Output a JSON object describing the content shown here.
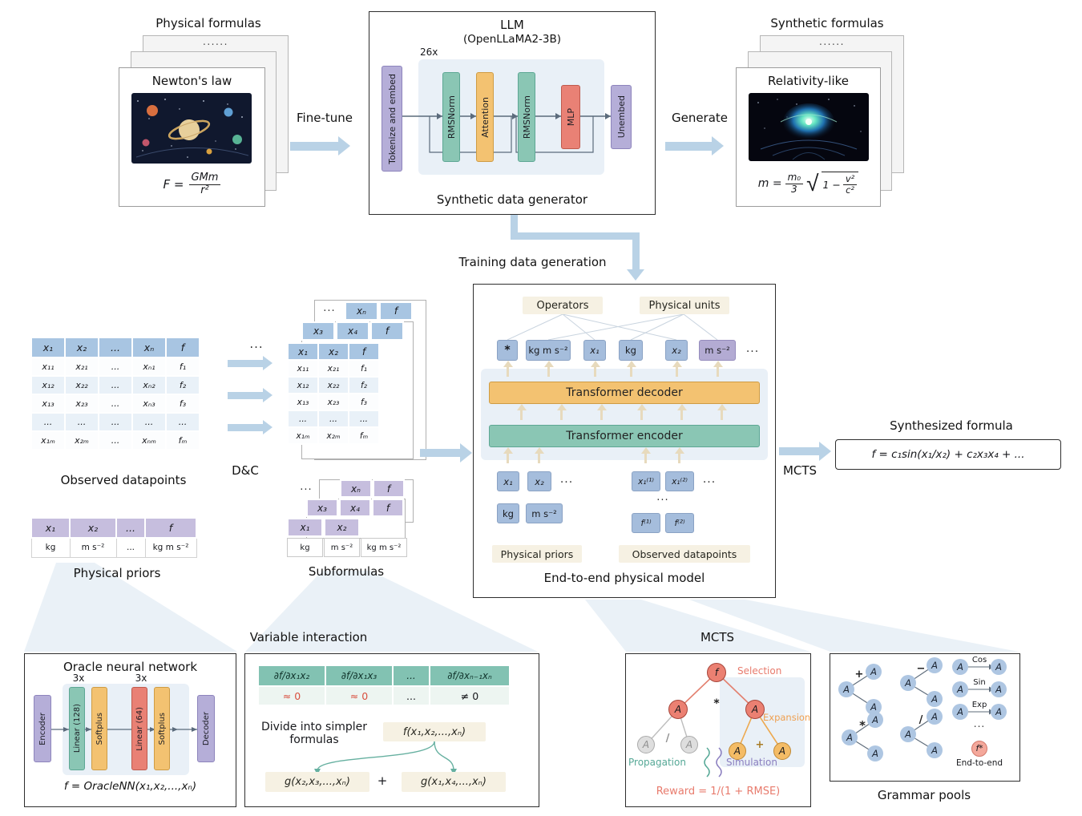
{
  "palette": {
    "purple": "#b5aed8",
    "purpleBorder": "#8d84bc",
    "teal": "#8ac6b4",
    "tealBorder": "#5da794",
    "tealHead": "#82c2b2",
    "orange": "#f3c271",
    "orangeBorder": "#cf9c44",
    "red": "#e98175",
    "redBorder": "#bf5a4d",
    "blueHead": "#a8c5e2",
    "blueRow": "#e9f1f8",
    "purpleHead": "#c6bede",
    "tokenBlue": "#a5bddc",
    "tokenPurple": "#b3abd3",
    "blueNode": "#aec6e2",
    "beige": "#f6f1e3",
    "panel": "#e9f0f7",
    "arrow": "#b9d2e6",
    "uparrow": "#e7dabd",
    "wedge": "#d9e5f1",
    "line": "#5b6b7c",
    "selRed": "#e87b6d",
    "expOrange": "#ef9f4f",
    "propTeal": "#55a896",
    "simPurple": "#8b7fc0"
  },
  "dots": "...",
  "dots6": "......",
  "top": {
    "physical_label": "Physical formulas",
    "newton_title": "Newton's law",
    "newton_lhs": "F =",
    "newton_num": "GMm",
    "newton_den": "r²",
    "fine_tune": "Fine-tune",
    "llm_title": "LLM",
    "llm_subtitle": "(OpenLLaMA2-3B)",
    "repeat": "26x",
    "tokenize": "Tokenize and embed",
    "rmsnorm": "RMSNorm",
    "attention": "Attention",
    "mlp": "MLP",
    "unembed": "Unembed",
    "generator_caption": "Synthetic data generator",
    "generate": "Generate",
    "synthetic_label": "Synthetic formulas",
    "rel_title": "Relativity-like",
    "rel_lhs": "m =",
    "rel_num": "m₀",
    "rel_den": "3",
    "rel_sqrt": "√",
    "rel_inner_pre": "1 −",
    "rel_inner_num": "v²",
    "rel_inner_den": "c²",
    "training_label": "Training data generation"
  },
  "observed": {
    "caption": "Observed datapoints",
    "headers": [
      "x₁",
      "x₂",
      "...",
      "xₙ",
      "f"
    ],
    "rows": [
      [
        "x₁₁",
        "x₂₁",
        "...",
        "xₙ₁",
        "f₁"
      ],
      [
        "x₁₂",
        "x₂₂",
        "...",
        "xₙ₂",
        "f₂"
      ],
      [
        "x₁₃",
        "x₂₃",
        "...",
        "xₙ₃",
        "f₃"
      ],
      [
        "...",
        "...",
        "...",
        "...",
        "..."
      ],
      [
        "x₁ₘ",
        "x₂ₘ",
        "...",
        "xₙₘ",
        "fₘ"
      ]
    ]
  },
  "priors": {
    "caption": "Physical priors",
    "headers": [
      "x₁",
      "x₂",
      "...",
      "f"
    ],
    "rows": [
      [
        "kg",
        "m s⁻²",
        "...",
        "kg m s⁻²"
      ]
    ]
  },
  "dc_label": "D&C",
  "sub": {
    "caption": "Subformulas",
    "s1_back1": [
      "xₙ",
      "f"
    ],
    "s1_back2": [
      "x₃",
      "x₄",
      "f"
    ],
    "s1_head": [
      "x₁",
      "x₂",
      "f"
    ],
    "s1_rows": [
      [
        "x₁₁",
        "x₂₁",
        "f₁"
      ],
      [
        "x₁₂",
        "x₂₂",
        "f₂"
      ],
      [
        "x₁₃",
        "x₂₃",
        "f₃"
      ],
      [
        "...",
        "...",
        "..."
      ],
      [
        "x₁ₘ",
        "x₂ₘ",
        "fₘ"
      ]
    ],
    "s2_back1": [
      "xₙ",
      "f"
    ],
    "s2_back2": [
      "x₃",
      "x₄",
      "f"
    ],
    "s2_head": [
      "x₁",
      "x₂"
    ],
    "s2_row": [
      "kg",
      "m s⁻²",
      "kg m s⁻²"
    ]
  },
  "model": {
    "caption": "End-to-end physical model",
    "operators": "Operators",
    "units": "Physical units",
    "out": [
      "*",
      "kg m s⁻²",
      "x₁",
      "kg",
      "x₂",
      "m s⁻²"
    ],
    "decoder": "Transformer decoder",
    "encoder": "Transformer encoder",
    "in_prior": [
      "x₁",
      "x₂"
    ],
    "in_prior2": [
      "kg",
      "m s⁻²"
    ],
    "in_obs": [
      "x₁⁽¹⁾",
      "x₁⁽²⁾"
    ],
    "in_obs2": [
      "f⁽¹⁾",
      "f⁽²⁾"
    ],
    "priors_label": "Physical priors",
    "obs_label": "Observed datapoints"
  },
  "mcts_arrow_label": "MCTS",
  "synth": {
    "title": "Synthesized formula",
    "formula": "f = c₁sin(x₁/x₂) + c₂x₃x₄ + ..."
  },
  "oracle": {
    "title": "Oracle neural network",
    "encoder": "Encoder",
    "rep": "3x",
    "linear1": "Linear (128)",
    "softplus": "Softplus",
    "linear2": "Linear (64)",
    "decoder": "Decoder",
    "caption": "f = OracleNN(x₁,x₂,...,xₙ)"
  },
  "varint": {
    "title": "Variable interaction",
    "headers": [
      "∂f/∂x₁x₂",
      "∂f/∂x₁x₃",
      "...",
      "∂f/∂xₙ₋₁xₙ"
    ],
    "values": [
      "≈ 0",
      "≈ 0",
      "...",
      "≠ 0"
    ],
    "divide": "Divide into simpler formulas",
    "f_formula": "f(x₁,x₂,...,xₙ)",
    "g1": "g(x₂,x₃,...,xₙ)",
    "plus": "+",
    "g2": "g(x₁,x₄,...,xₙ)"
  },
  "mcts": {
    "title": "MCTS",
    "root": "f",
    "node": "A",
    "mul": "*",
    "div": "/",
    "add": "+",
    "selection": "Selection",
    "expansion": "Expansion",
    "propagation": "Propagation",
    "simulation": "Simulation",
    "reward": "Reward = 1/(1 + RMSE)"
  },
  "grammar": {
    "caption": "Grammar pools",
    "node": "A",
    "ops": [
      "+",
      "−",
      "*",
      "/"
    ],
    "unary": [
      "Cos",
      "Sin",
      "Exp"
    ],
    "fstar": "f*",
    "end_label": "End-to-end"
  }
}
